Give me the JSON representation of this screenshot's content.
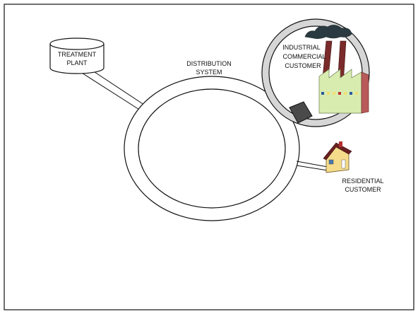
{
  "diagram": {
    "treatment_plant": {
      "line1": "TREATMENT",
      "line2": "PLANT"
    },
    "distribution_system": {
      "line1": "DISTRIBUTION",
      "line2": "SYSTEM"
    },
    "industrial_customer": {
      "line1": "INDUSTRIAL",
      "line2": "COMMERCIAL",
      "line3": "CUSTOMER"
    },
    "residential_customer": {
      "line1": "RESIDENTIAL",
      "line2": "CUSTOMER"
    }
  },
  "colors": {
    "outline": "#111111",
    "magnifier_ring": "#d6d6d6",
    "factory_body": "#d9ecb0",
    "factory_side": "#b85a5a",
    "chimney": "#7a2a2a",
    "smoke": "#2b3a40",
    "house_wall": "#f5dc8a",
    "house_roof": "#6a2020",
    "meter": "#4a4a4a"
  },
  "icons": {
    "factory": "factory-icon",
    "house": "house-icon",
    "meter": "water-meter-icon",
    "valve": "valve-icon"
  }
}
